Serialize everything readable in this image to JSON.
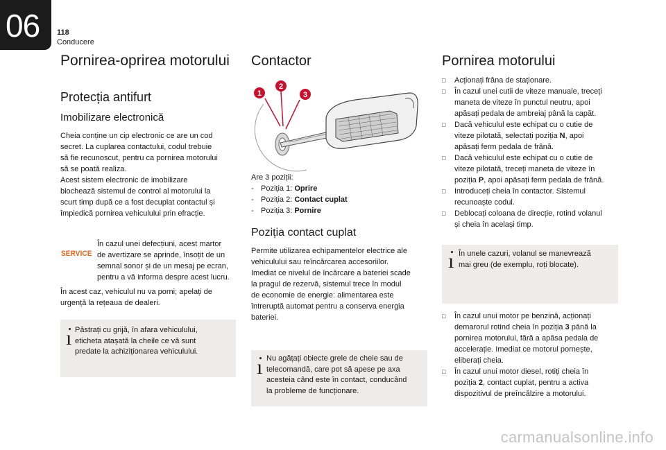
{
  "header": {
    "chapter": "06",
    "page": "118",
    "section": "Conducere"
  },
  "col1": {
    "title": "Pornirea-oprirea motorului",
    "subtitle": "Protecția antifurt",
    "subsubtitle": "Imobilizare electronică",
    "para1": [
      "Cheia conține un cip electronic ce are un cod",
      "secret. La cuplarea contactului, codul trebuie",
      "să fie recunoscut, pentru ca pornirea motorului",
      "să se poată realiza.",
      "Acest sistem electronic de imobilizare",
      "blochează sistemul de control al motorului la",
      "scurt timp după ce a fost decuplat contactul și",
      "împiedică pornirea vehiculului prin efracție."
    ],
    "service_badge": "SERVICE",
    "service_note": [
      "În cazul unei defecțiuni, acest martor",
      "de avertizare se aprinde, însoțit de un",
      "semnal sonor și de un mesaj pe ecran,",
      "pentru a vă informa despre acest lucru."
    ],
    "para2": [
      "În acest caz, vehiculul nu va porni; apelați de",
      "urgență la rețeaua de dealeri."
    ],
    "info_note": [
      "Păstrați cu grijă, în afara vehiculului,",
      "eticheta atașată la cheile ce vă sunt",
      "predate la achiziționarea vehiculului."
    ]
  },
  "col2": {
    "title": "Contactor",
    "callouts": [
      "1",
      "2",
      "3"
    ],
    "positions_intro": "Are 3 poziții:",
    "positions": [
      {
        "prefix": "Poziția 1: ",
        "name": "Oprire"
      },
      {
        "prefix": "Poziția 2: ",
        "name": "Contact cuplat"
      },
      {
        "prefix": "Poziția 3: ",
        "name": "Pornire"
      }
    ],
    "subtitle": "Poziția contact cuplat",
    "para": [
      "Permite utilizarea echipamentelor electrice ale",
      "vehiculului sau reîncărcarea accesoriilor.",
      "Imediat ce nivelul de încărcare a bateriei scade",
      "la pragul de rezervă, sistemul trece în modul",
      "de economie de energie: alimentarea este",
      "întreruptă automat pentru a conserva energia",
      "bateriei."
    ],
    "info_note": [
      "Nu agățați obiecte grele de cheie sau de",
      "telecomandă, care pot să apese pe axa",
      "acesteia când este în contact, conducând",
      "la probleme de funcționare."
    ]
  },
  "col3": {
    "title": "Pornirea motorului",
    "steps": [
      {
        "lines": [
          "Acționați frâna de staționare."
        ]
      },
      {
        "lines": [
          "În cazul unei cutii de viteze manuale, treceți",
          "maneta de viteze în punctul neutru, apoi",
          "apăsați pedala de ambreiaj până la capăt."
        ]
      },
      {
        "lines": [
          "Dacă vehiculul este echipat cu o cutie de",
          "viteze pilotată, selectați poziția ",
          "N",
          ", apoi",
          "apăsați ferm pedala de frână."
        ]
      },
      {
        "lines": [
          "Dacă vehiculul este echipat cu o cutie de",
          "viteze pilotată, treceți maneta de viteze în",
          "poziția ",
          "P",
          ", apoi apăsați ferm pedala de frână."
        ]
      },
      {
        "lines": [
          "Introduceți cheia în contactor. Sistemul",
          "recunoaște codul."
        ]
      },
      {
        "lines": [
          "Deblocați coloana de direcție, rotind volanul",
          "și cheia în același timp."
        ]
      }
    ],
    "info_note": [
      "În unele cazuri, volanul se manevrează",
      "mai greu (de exemplu, roți blocate)."
    ],
    "steps2": [
      {
        "lines": [
          "În cazul unui motor pe benzină, acționați",
          "demarorul rotind cheia în poziția ",
          "3",
          " până la",
          "pornirea motorului, fără a apăsa pedala de",
          "accelerație. Imediat ce motorul pornește,",
          "eliberați cheia."
        ]
      },
      {
        "lines": [
          "În cazul unui motor diesel, rotiți cheia în",
          "poziția ",
          "2",
          ", contact cuplat, pentru a activa",
          "dispozitivul de preîncălzire a motorului."
        ]
      }
    ]
  },
  "watermark": "carmanualsonline.info",
  "colors": {
    "service": "#e4631c",
    "callout": "#c8102e",
    "note_bg": "#eeece8",
    "tab": "#1b1b1b"
  }
}
